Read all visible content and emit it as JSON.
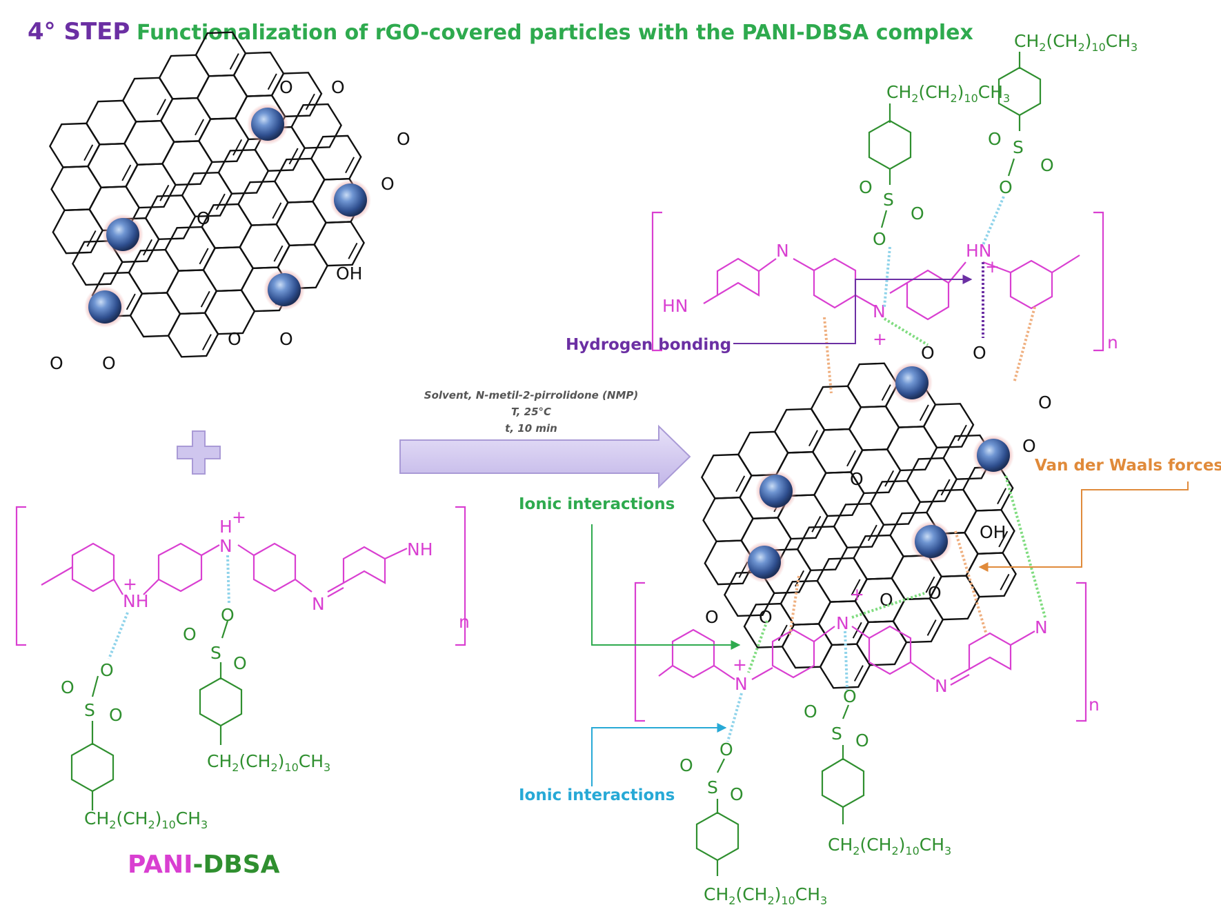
{
  "title": {
    "step": "4° STEP",
    "text": "Functionalization of rGO-covered particles with the PANI-DBSA complex"
  },
  "reaction_conditions": {
    "line1": "Solvent, N-metil-2-pirrolidone (NMP)",
    "line2": "T, 25°C",
    "line3": "t, 10 min"
  },
  "labels": {
    "hydrogen_bonding": "Hydrogen bonding",
    "ionic_interactions": "Ionic interactions",
    "van_der_waals": "Van der Waals forces",
    "pani": "PANI",
    "dbsa": "-DBSA",
    "repeat_n": "n"
  },
  "atoms": {
    "O": "O",
    "OH": "OH",
    "N": "N",
    "NH": "NH",
    "HN": "HN",
    "H": "H",
    "S": "S",
    "plus": "+"
  },
  "alkyl": {
    "ch2": "CH",
    "sub2": "2",
    "mid": "(CH",
    "sub10": "10",
    "ch3": "CH",
    "sub3": "3",
    "close": ")"
  },
  "colors": {
    "title_step": "#6b2fa3",
    "title_text": "#2eaa4e",
    "pani": "#d93fd1",
    "dbsa": "#2f8f2f",
    "graphene": "#111111",
    "particle": "#3a64a8",
    "hbond": "#6b2fa3",
    "ionic_green": "#2eaa4e",
    "ionic_cyan": "#27a9d6",
    "vdw": "#e08a3a",
    "arrow_fill": "#cfc6ee"
  }
}
